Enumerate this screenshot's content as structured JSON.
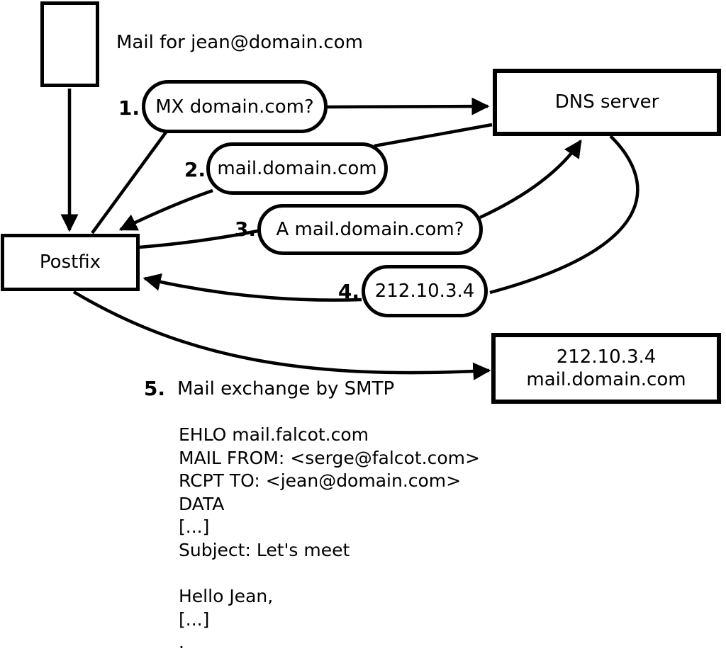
{
  "colors": {
    "stroke": "#000000",
    "background": "#ffffff"
  },
  "header": {
    "title": "Mail for jean@domain.com"
  },
  "nodes": {
    "postfix": {
      "label": "Postfix"
    },
    "dns_server": {
      "label": "DNS server"
    },
    "mail_server": {
      "line1": "212.10.3.4",
      "line2": "mail.domain.com"
    }
  },
  "steps": [
    {
      "num": "1.",
      "label": "MX domain.com?"
    },
    {
      "num": "2.",
      "label": "mail.domain.com"
    },
    {
      "num": "3.",
      "label": "A mail.domain.com?"
    },
    {
      "num": "4.",
      "label": "212.10.3.4"
    },
    {
      "num": "5.",
      "label": "Mail exchange by SMTP"
    }
  ],
  "smtp_session": {
    "lines": [
      "EHLO mail.falcot.com",
      "MAIL FROM: <serge@falcot.com>",
      "RCPT TO: <jean@domain.com>",
      "DATA",
      "[...]",
      "Subject: Let's meet",
      "",
      "Hello Jean,",
      "[...]",
      "."
    ]
  }
}
